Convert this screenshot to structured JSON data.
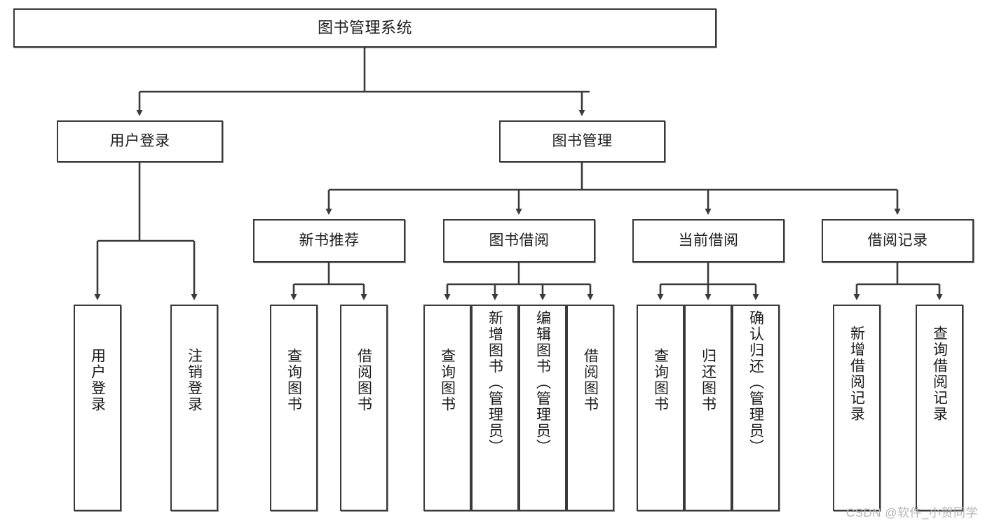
{
  "diagram": {
    "title": "图书管理系统",
    "watermark": "CSDN @软件_小贺同学",
    "colors": {
      "border": "#3a3a3a",
      "background": "#ffffff",
      "text": "#1c1c1c",
      "watermark": "#b6b6b6"
    },
    "levels": {
      "root": {
        "label": "图书管理系统"
      },
      "level2": [
        {
          "id": "user-login",
          "label": "用户登录"
        },
        {
          "id": "book-management",
          "label": "图书管理"
        }
      ],
      "level3": [
        {
          "id": "new-book-recommend",
          "label": "新书推荐"
        },
        {
          "id": "book-borrow",
          "label": "图书借阅"
        },
        {
          "id": "current-borrow",
          "label": "当前借阅"
        },
        {
          "id": "borrow-record",
          "label": "借阅记录"
        }
      ],
      "leaves": {
        "user_login": [
          {
            "id": "leaf-user-login",
            "label": "用户登录"
          },
          {
            "id": "leaf-logout-login",
            "label": "注销登录"
          }
        ],
        "new_book_recommend": [
          {
            "id": "leaf-query-book-1",
            "label": "查询图书"
          },
          {
            "id": "leaf-borrow-book-1",
            "label": "借阅图书"
          }
        ],
        "book_borrow": [
          {
            "id": "leaf-query-book-2",
            "label": "查询图书"
          },
          {
            "id": "leaf-add-book-admin",
            "label": "新增图书（管理员）"
          },
          {
            "id": "leaf-edit-book-admin",
            "label": "编辑图书（管理员）"
          },
          {
            "id": "leaf-borrow-book-2",
            "label": "借阅图书"
          }
        ],
        "current_borrow": [
          {
            "id": "leaf-query-book-3",
            "label": "查询图书"
          },
          {
            "id": "leaf-return-book",
            "label": "归还图书"
          },
          {
            "id": "leaf-confirm-return-admin",
            "label": "确认归还（管理员）"
          }
        ],
        "borrow_record": [
          {
            "id": "leaf-add-borrow-record",
            "label": "新增借阅记录"
          },
          {
            "id": "leaf-query-borrow-record",
            "label": "查询借阅记录"
          }
        ]
      }
    }
  }
}
